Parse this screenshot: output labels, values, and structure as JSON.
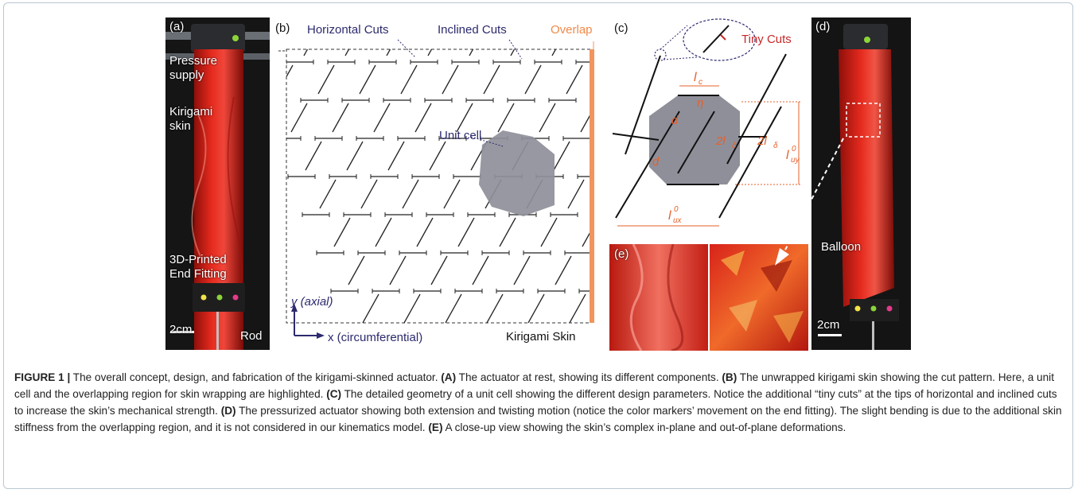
{
  "panel_a": {
    "tag": "(a)",
    "labels": {
      "pressure_supply_1": "Pressure",
      "pressure_supply_2": "supply",
      "kirigami_skin_1": "Kirigami",
      "kirigami_skin_2": "skin",
      "end_fitting_1": "3D-Printed",
      "end_fitting_2": "End Fitting",
      "scale": "2cm",
      "rod": "Rod"
    }
  },
  "panel_b": {
    "tag": "(b)",
    "labels": {
      "horizontal_cuts": "Horizontal Cuts",
      "inclined_cuts": "Inclined Cuts",
      "overlap": "Overlap",
      "unit_cell": "Unit cell",
      "y_axis": "y (axial)",
      "x_axis": "x (circumferential)",
      "kirigami_skin": "Kirigami Skin"
    }
  },
  "panel_c": {
    "tag": "(c)",
    "labels": {
      "tiny_cuts": "Tiny Cuts",
      "lc": "l",
      "lc_sub": "c",
      "eta": "η",
      "d1": "d",
      "d2": "d",
      "two_l_delta_1": "2l",
      "two_l_delta_2": "2l",
      "delta": "δ",
      "luy": "l",
      "luy_sub": "uy",
      "luy_sup": "0",
      "lux": "l",
      "lux_sub": "ux",
      "lux_sup": "0"
    }
  },
  "panel_d": {
    "tag": "(d)",
    "labels": {
      "balloon": "Balloon",
      "scale": "2cm"
    }
  },
  "panel_e": {
    "tag": "(e)"
  },
  "caption": {
    "figure_label": "FIGURE 1 |",
    "intro": " The overall concept, design, and fabrication of the kirigami-skinned actuator. ",
    "a_label": "(A)",
    "a_text": " The actuator at rest, showing its different components. ",
    "b_label": "(B)",
    "b_text": " The unwrapped kirigami skin showing the cut pattern. Here, a unit cell and the overlapping region for skin wrapping are highlighted. ",
    "c_label": "(C)",
    "c_text": " The detailed geometry of a unit cell showing the different design parameters. Notice the additional “tiny cuts” at the tips of horizontal and inclined cuts to increase the skin’s mechanical strength. ",
    "d_label": "(D)",
    "d_text": " The pressurized actuator showing both extension and twisting motion (notice the color markers’ movement on the end fitting). The slight bending is due to the additional skin stiffness from the overlapping region, and it is not considered in our kinematics model. ",
    "e_label": "(E)",
    "e_text": " A close-up view showing the skin’s complex in-plane and out-of-plane deformations."
  },
  "colors": {
    "actuator_red": "#d8231a",
    "overlap_orange": "#f2945c",
    "unit_cell_gray": "#8f8f9a",
    "label_purple": "#2c2a6e",
    "dimension_orange": "#e5602a",
    "tiny_cuts_red": "#c62828"
  },
  "icons": [
    "dashed-arrow-icon",
    "axis-arrow-icon",
    "magnifier-circle-icon"
  ]
}
